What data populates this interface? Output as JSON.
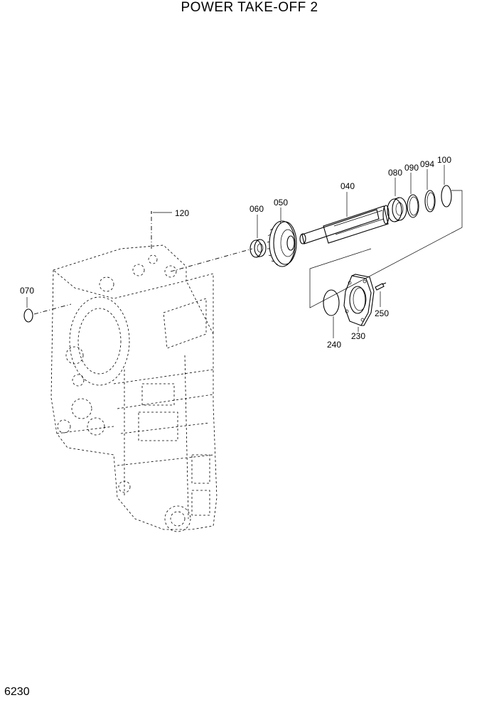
{
  "title": "POWER TAKE-OFF 2",
  "page_number": "6230",
  "callouts": {
    "p120": "120",
    "p070": "070",
    "p060": "060",
    "p050": "050",
    "p040": "040",
    "p080": "080",
    "p090": "090",
    "p094": "094",
    "p100": "100",
    "p250": "250",
    "p230": "230",
    "p240": "240"
  }
}
